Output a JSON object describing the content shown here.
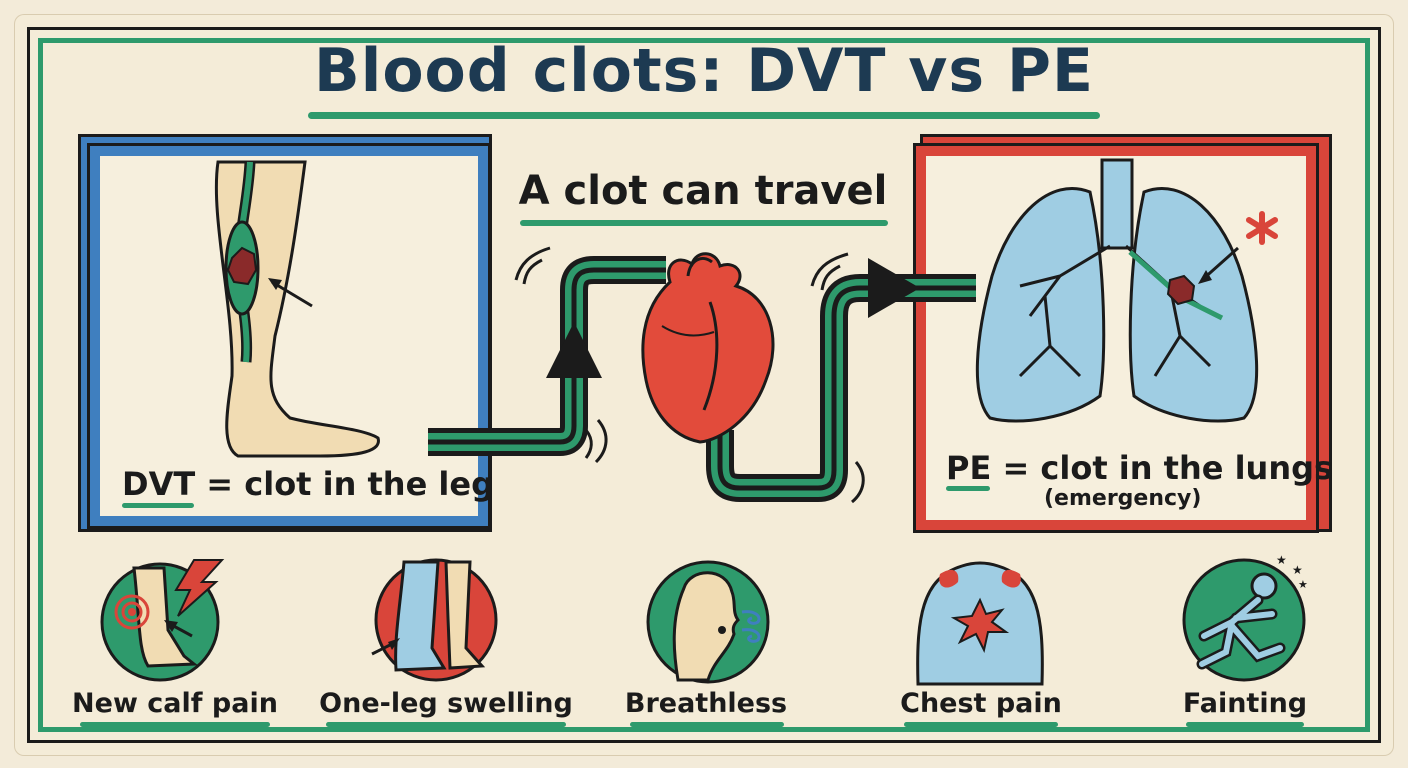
{
  "title": "Blood clots: DVT vs PE",
  "travel_label": "A clot can travel",
  "dvt_panel": {
    "abbr": "DVT",
    "rest": " = clot in the leg"
  },
  "pe_panel": {
    "abbr": "PE",
    "rest": " = clot in the lungs",
    "note": "(emergency)"
  },
  "symptoms": [
    {
      "label": "New calf pain",
      "icon": "calf-pain-icon"
    },
    {
      "label": "One-leg swelling",
      "icon": "leg-swelling-icon"
    },
    {
      "label": "Breathless",
      "icon": "breathless-icon"
    },
    {
      "label": "Chest pain",
      "icon": "chest-pain-icon"
    },
    {
      "label": "Fainting",
      "icon": "fainting-icon"
    }
  ],
  "colors": {
    "dvt_blue": "#3f7fbf",
    "pe_red": "#d9453a",
    "accent_green": "#2e9a6c",
    "title_navy": "#1d3a52",
    "lung_blue": "#9fcde3",
    "heart_red": "#e24b3b",
    "skin": "#f1dcb3"
  }
}
